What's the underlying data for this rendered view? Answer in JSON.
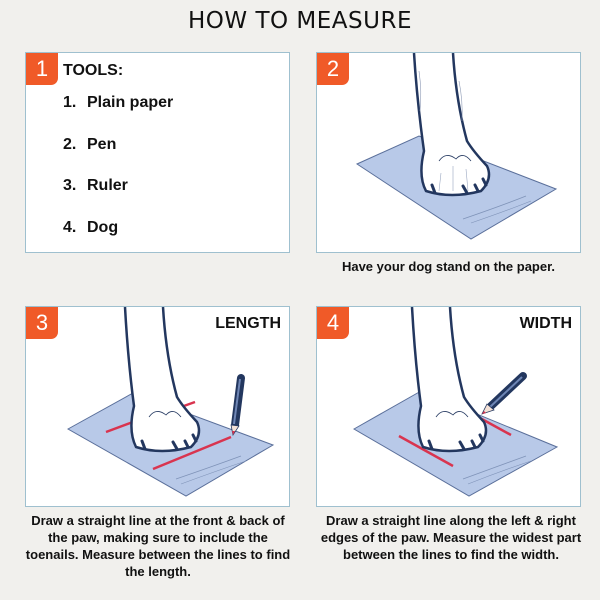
{
  "title": "HOW TO MEASURE",
  "colors": {
    "badge": "#f05a28",
    "paper": "#b8c9e8",
    "outline": "#23375f",
    "line": "#d9344f",
    "background": "#f1f0ed"
  },
  "panels": [
    {
      "step": "1",
      "heading": "TOOLS:",
      "tools": [
        {
          "num": "1.",
          "label": "Plain paper"
        },
        {
          "num": "2.",
          "label": "Pen"
        },
        {
          "num": "3.",
          "label": "Ruler"
        },
        {
          "num": "4.",
          "label": "Dog"
        }
      ]
    },
    {
      "step": "2",
      "illustration": "paw-on-paper",
      "caption": "Have your dog stand on the paper."
    },
    {
      "step": "3",
      "label": "LENGTH",
      "illustration": "paw-length-lines-pencil",
      "caption": "Draw a straight line at the front & back of the paw, making sure to include the toenails.  Measure between the lines to find the length."
    },
    {
      "step": "4",
      "label": "WIDTH",
      "illustration": "paw-width-lines-pencil",
      "caption": "Draw a straight line along the left & right edges of the paw.  Measure the widest part between the lines to find the width."
    }
  ]
}
